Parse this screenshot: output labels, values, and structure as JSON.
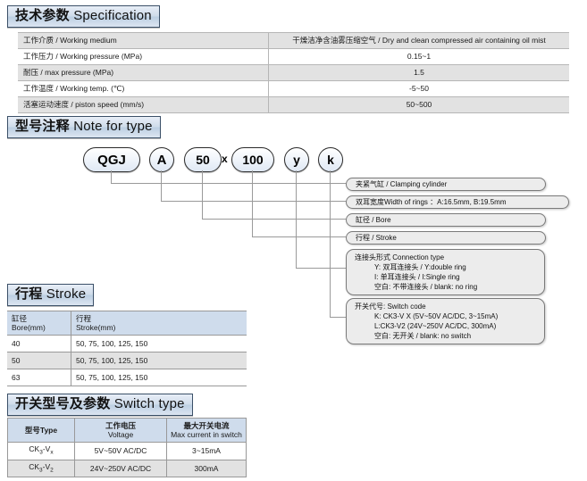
{
  "sections": {
    "spec": {
      "cn": "技术参数",
      "en": "Specification"
    },
    "note": {
      "cn": "型号注释",
      "en": "Note for type"
    },
    "stroke": {
      "cn": "行程",
      "en": "Stroke"
    },
    "switch": {
      "cn": "开关型号及参数",
      "en": "Switch type"
    }
  },
  "spec_table": {
    "rows": [
      {
        "label": "工作介质 / Working medium",
        "value": "干燥洁净含油雾压缩空气 / Dry and clean compressed air containing oil mist"
      },
      {
        "label": "工作压力 / Working pressure (MPa)",
        "value": "0.15~1"
      },
      {
        "label": "耐压 / max pressure  (MPa)",
        "value": "1.5"
      },
      {
        "label": "工作温度 / Working temp. (℃)",
        "value": "-5~50"
      },
      {
        "label": "活塞运动速度 / piston speed (mm/s)",
        "value": "50~500"
      }
    ]
  },
  "model_code": {
    "parts": [
      {
        "text": "QGJ",
        "shape": "pill"
      },
      {
        "text": "A",
        "shape": "circle"
      },
      {
        "text": "50",
        "shape": "pill"
      },
      {
        "text": "100",
        "shape": "pill"
      },
      {
        "text": "y",
        "shape": "circle"
      },
      {
        "text": "k",
        "shape": "circle"
      }
    ],
    "separator": "x"
  },
  "callouts": {
    "clamping": "夹紧气缸 / Clamping cylinder",
    "rings": "双耳宽度Width of rings ：A:16.5mm, B:19.5mm",
    "bore": "缸径 / Bore",
    "stroke": "行程 / Stroke",
    "connection": {
      "header": "连接头形式 Connection type",
      "lines": [
        "Y: 双耳连接头 / Y:double ring",
        "I: 单耳连接头 / I:Single ring",
        "空白: 不带连接头 / blank: no ring"
      ]
    },
    "switch_code": {
      "header": "开关代号: Switch code",
      "lines": [
        "K: CK3-V X (5V~50V AC/DC, 3~15mA)",
        "L:CK3-V2 (24V~250V AC/DC, 300mA)",
        "空白: 无开关 / blank: no switch"
      ]
    }
  },
  "stroke_table": {
    "headers": {
      "c1_cn": "缸径",
      "c1_en": "Bore(mm)",
      "c2_cn": "行程",
      "c2_en": "Stroke(mm)"
    },
    "rows": [
      {
        "bore": "40",
        "stroke": "50, 75, 100, 125, 150"
      },
      {
        "bore": "50",
        "stroke": "50, 75, 100, 125, 150"
      },
      {
        "bore": "63",
        "stroke": "50, 75, 100, 125, 150"
      }
    ]
  },
  "switch_table": {
    "headers": {
      "c1_cn": "型号Type",
      "c1_en": "",
      "c2_cn": "工作电压",
      "c2_en": "Voltage",
      "c3_cn": "最大开关电流",
      "c3_en": "Max current in switch"
    },
    "rows": [
      {
        "type_main": "CK",
        "type_sub1": "3",
        "type_mid": "-V",
        "type_sub2": "x",
        "voltage": "5V~50V AC/DC",
        "current": "3~15mA"
      },
      {
        "type_main": "CK",
        "type_sub1": "3",
        "type_mid": "-V",
        "type_sub2": "2",
        "voltage": "24V~250V AC/DC",
        "current": "300mA"
      }
    ]
  },
  "colors": {
    "plaque_border": "#3b5068",
    "plaque_fill": "#cfdcea",
    "table_header_fill": "#cfdcec",
    "row_alt_fill": "#e2e2e2",
    "callout_fill": "#ececec",
    "line": "#9a9a9a"
  }
}
